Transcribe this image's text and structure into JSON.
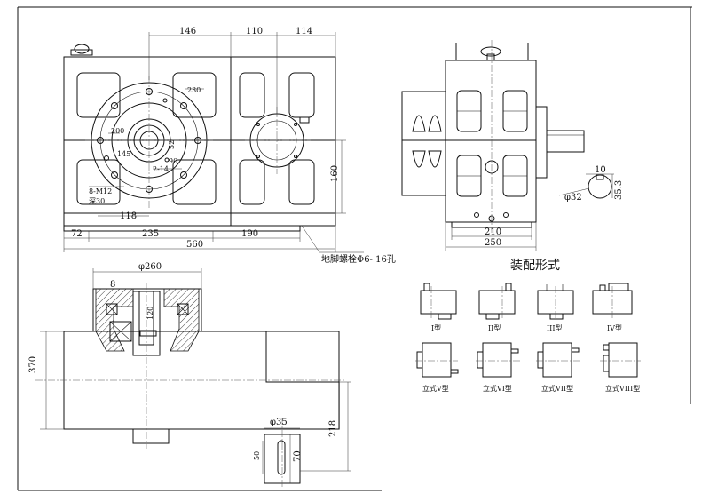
{
  "dims_top": [
    "146",
    "110",
    "114"
  ],
  "dims_bottom": [
    "72",
    "235",
    "190",
    "560",
    "118",
    "160"
  ],
  "hole_labels": [
    "230",
    "200",
    "145",
    "90",
    "52",
    "2-14",
    "8-M12",
    "深30"
  ],
  "foot_bolt_label": "地脚螺栓Φ6-  16孔",
  "side_dims": [
    "210",
    "250"
  ],
  "shaft_detail": {
    "key": "10",
    "depth": "35.3",
    "dia": "φ32"
  },
  "section": {
    "top_dia": "φ260",
    "key": "8",
    "shaft": "120",
    "height": "370",
    "output_height": "218",
    "out_dia": "φ35",
    "len1": "50",
    "len2": "70"
  },
  "assembly": {
    "title": "装配形式",
    "types_row1": [
      "I型",
      "II型",
      "III型",
      "IV型"
    ],
    "types_row2": [
      "立式V型",
      "立式VI型",
      "立式VII型",
      "立式VIII型"
    ]
  }
}
